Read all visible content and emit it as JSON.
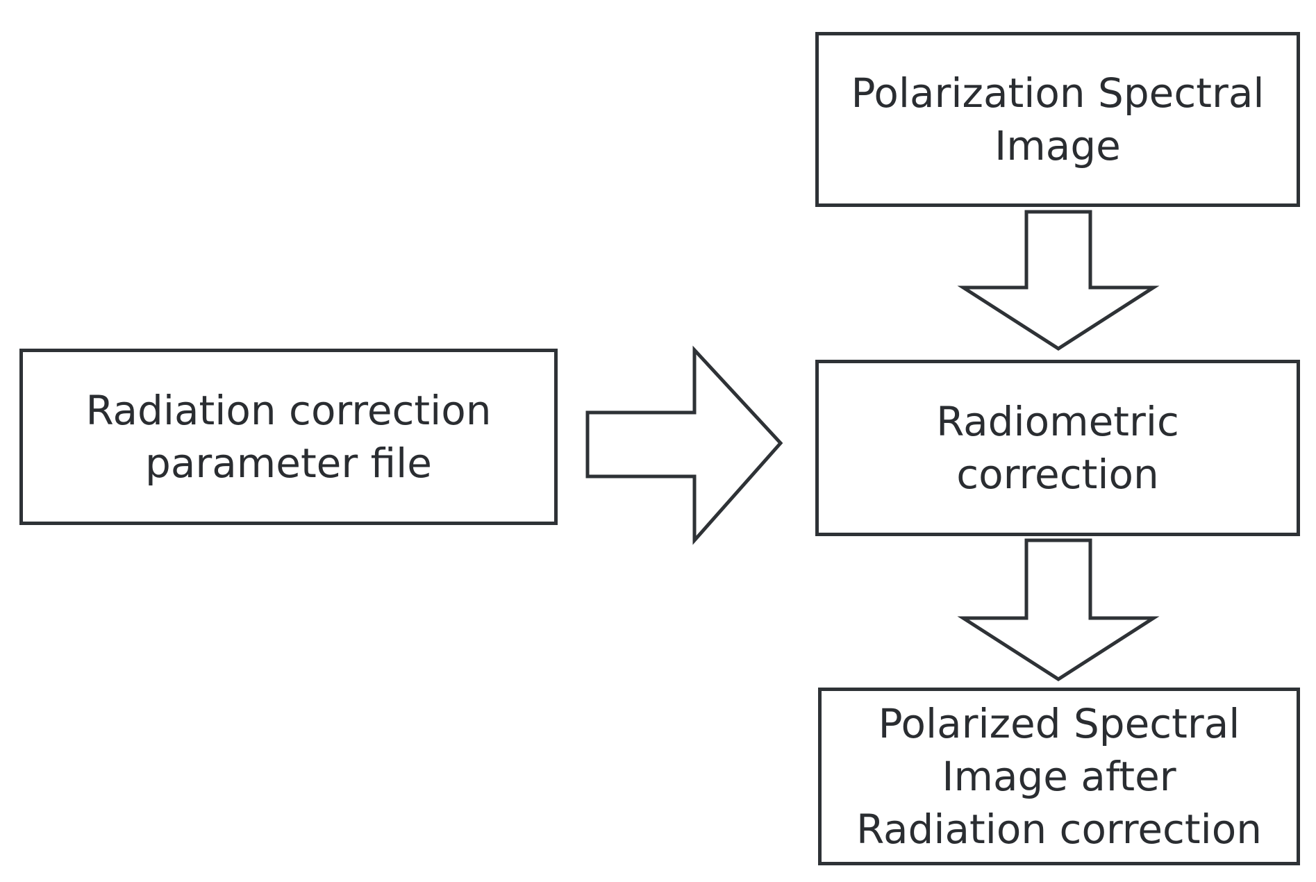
{
  "nodes": {
    "input": {
      "lines": [
        "Polarization Spectral",
        "Image"
      ]
    },
    "parameter_file": {
      "lines": [
        "Radiation correction",
        "parameter file"
      ]
    },
    "process": {
      "lines": [
        "Radiometric",
        "correction"
      ]
    },
    "output": {
      "lines": [
        "Polarized Spectral",
        "Image after",
        "Radiation correction"
      ]
    }
  },
  "edges": [
    {
      "from": "input",
      "to": "process",
      "style": "block-arrow-down"
    },
    {
      "from": "parameter_file",
      "to": "process",
      "style": "block-arrow-right"
    },
    {
      "from": "process",
      "to": "output",
      "style": "block-arrow-down"
    }
  ],
  "colors": {
    "stroke": "#2e3236",
    "text": "#2a2d31",
    "fill": "#ffffff"
  }
}
